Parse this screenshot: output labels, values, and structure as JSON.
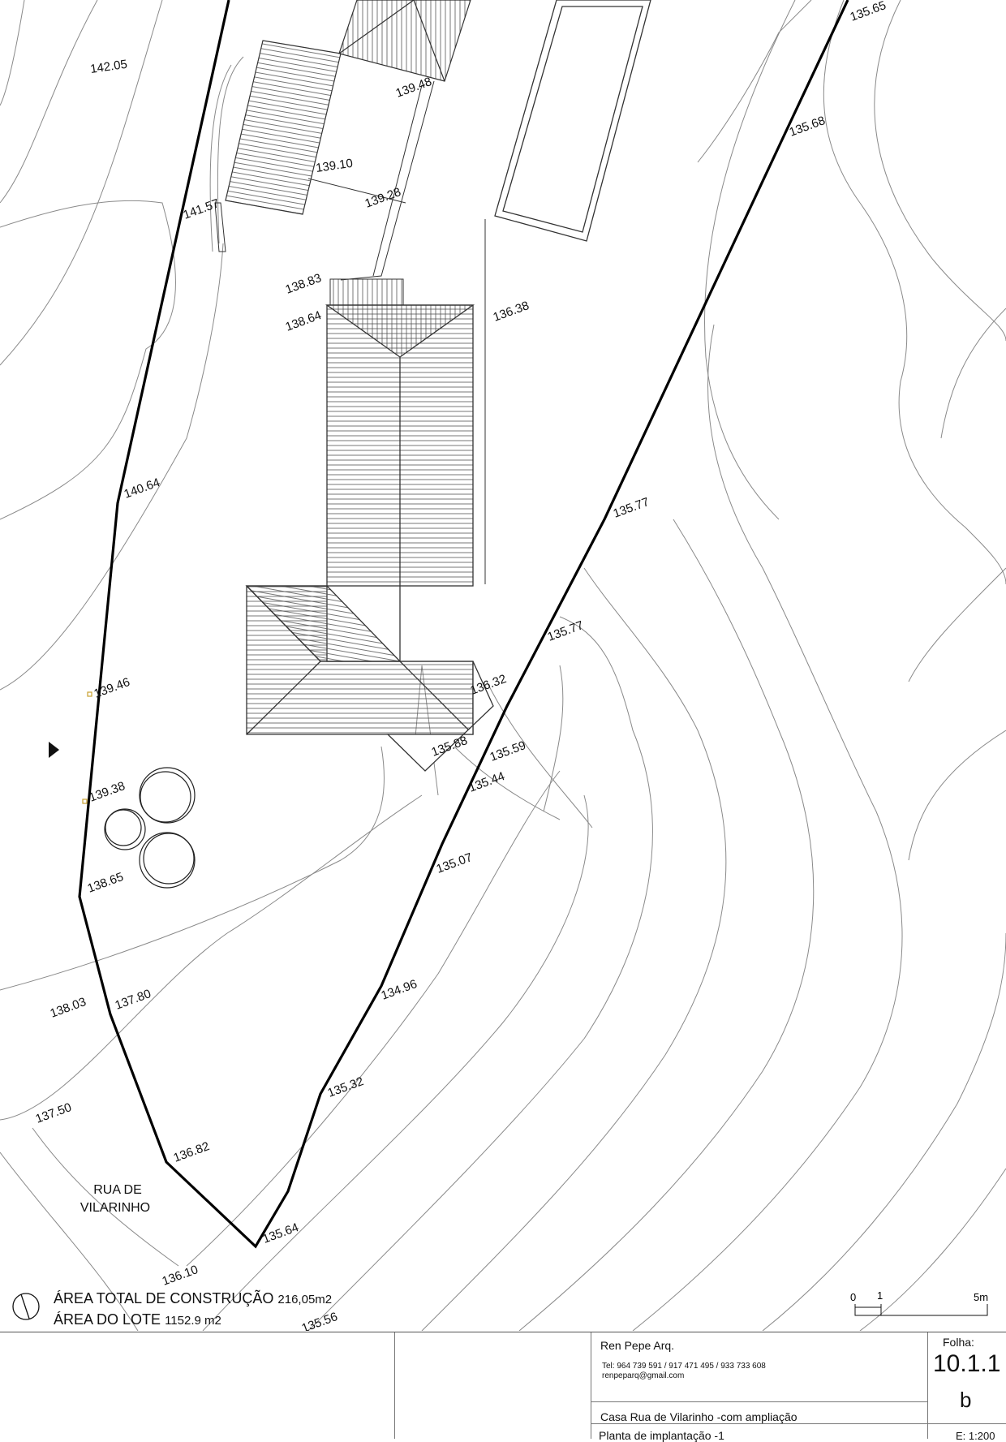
{
  "elevations": [
    "135.65",
    "142.05",
    "139.48",
    "139.10",
    "135.68",
    "139.28",
    "141.57",
    "138.83",
    "138.64",
    "136.38",
    "140.64",
    "135.77",
    "135.77",
    "139.46",
    "136.32",
    "135.88",
    "135.59",
    "135.44",
    "139.38",
    "135.07",
    "138.65",
    "134.96",
    "138.03",
    "137.80",
    "135.32",
    "137.50",
    "136.82",
    "135.64",
    "136.10",
    "135.56"
  ],
  "street": {
    "line1": "RUA DE",
    "line2": "VILARINHO"
  },
  "areas": {
    "construction_label": "ÁREA TOTAL DE CONSTRUÇÃO",
    "construction_value": "216,05m2",
    "lot_label": "ÁREA DO LOTE",
    "lot_value": "1152.9 m2"
  },
  "scale_bar": {
    "zero": "0",
    "one": "1",
    "five": "5m"
  },
  "title_block": {
    "firm": "Ren Pepe Arq.",
    "phone": "Tel: 964 739 591 / 917 471 495 / 933 733 608",
    "email": "renpeparq@gmail.com",
    "project": "Casa Rua de Vilarinho -com ampliação",
    "drawing": "Planta de implantação -1",
    "sheet_label": "Folha:",
    "sheet_number": "10.1.1",
    "sheet_revision": "b",
    "scale": "E: 1:200"
  }
}
